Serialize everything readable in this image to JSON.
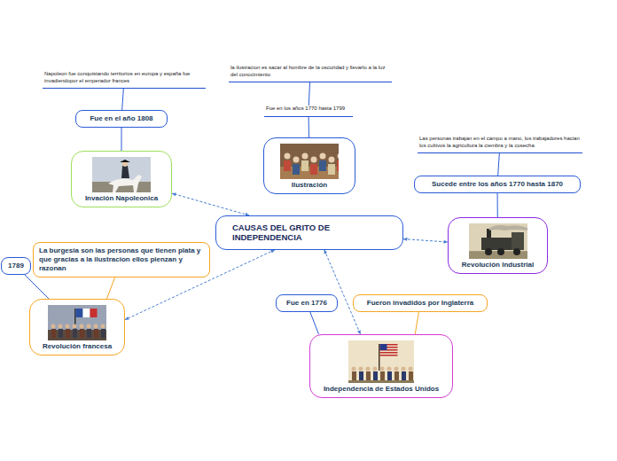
{
  "diagram": {
    "nodes": [
      {
        "text": [
          "Napoleon fue conquistando territorios en europa y españa fue invadiendopor el emperador frances"
        ]
      },
      {
        "text": [
          "la ilustracion es sacar al hombre de la oscuridad y llevarlo a la luz del conocimiento"
        ]
      },
      {
        "text": [
          "Fue en los años 1770 hasta 1799"
        ]
      },
      {
        "text": [
          "Fue en el año 1808"
        ]
      },
      {
        "text": [
          "Las personas trabajan en el campo a mano, los trabajadores hacian los cultivos la agricultura la ciembra y la cosecha"
        ]
      },
      {
        "text": [
          "Ilustración"
        ]
      },
      {
        "text": [
          "Invación Napoleonica"
        ]
      },
      {
        "text": [
          "Sucede entre los años 1770 hasta 1870"
        ]
      },
      {
        "text": [
          "CAUSAS DEL GRITO DE INDEPENDENCIA"
        ]
      },
      {
        "text": [
          "Revolución Industrial"
        ]
      },
      {
        "text": [
          "La burgesia son las personas que tienen plata y que gracias a la ilustracion ellos pienzan y razonan"
        ]
      },
      {
        "text": [
          "1789"
        ]
      },
      {
        "text": [
          "Fue en 1776"
        ]
      },
      {
        "text": [
          "Fueron invadidos por Inglaterra"
        ]
      },
      {
        "text": [
          "Revolución francesa"
        ]
      },
      {
        "text": [
          "Independencia de Estados Unidos"
        ]
      }
    ],
    "edges": [
      {
        "from": 8,
        "to": 6,
        "arrow": "both"
      },
      {
        "from": 8,
        "to": 9,
        "arrow": "both"
      },
      {
        "from": 8,
        "to": 14,
        "arrow": "both"
      },
      {
        "from": 8,
        "to": 15,
        "arrow": "both"
      },
      {
        "from": 6,
        "to": 3,
        "arrow": "none"
      },
      {
        "from": 3,
        "to": 0,
        "arrow": "none"
      },
      {
        "from": 5,
        "to": 2,
        "arrow": "none"
      },
      {
        "from": 2,
        "to": 1,
        "arrow": "none"
      },
      {
        "from": 9,
        "to": 7,
        "arrow": "none"
      },
      {
        "from": 7,
        "to": 4,
        "arrow": "none"
      },
      {
        "from": 14,
        "to": 10,
        "arrow": "none"
      },
      {
        "from": 14,
        "to": 11,
        "arrow": "none"
      },
      {
        "from": 15,
        "to": 12,
        "arrow": "none"
      },
      {
        "from": 15,
        "to": 13,
        "arrow": "none"
      }
    ]
  }
}
